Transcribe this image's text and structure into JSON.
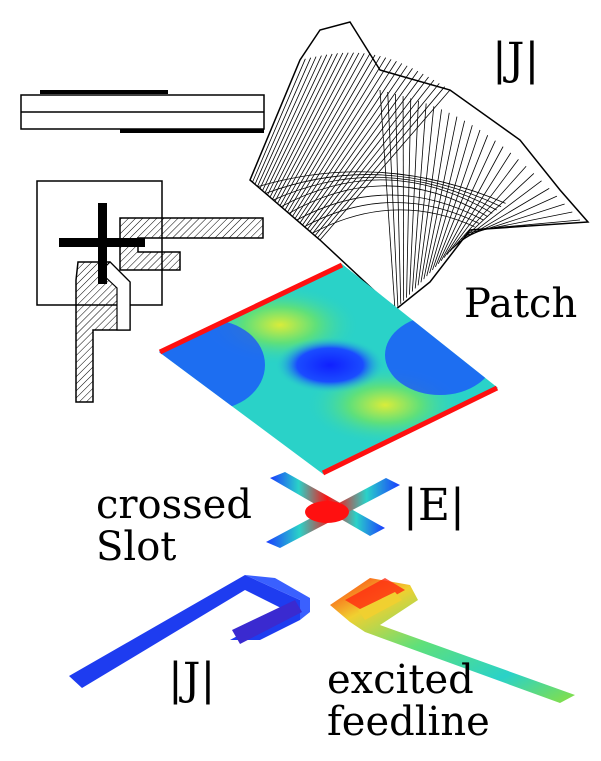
{
  "labels": {
    "J_top": "|J|",
    "patch": "Patch",
    "E": "|E|",
    "crossed": "crossed",
    "slot": "Slot",
    "J_bottom": "|J|",
    "excited": "excited",
    "feedline": "feedline"
  },
  "colors": {
    "outline": "#000000",
    "background": "#ffffff",
    "field_low": "#1a3cff",
    "field_mid": "#2ad2c8",
    "field_midhigh": "#9bf03c",
    "field_high": "#ff1010"
  }
}
